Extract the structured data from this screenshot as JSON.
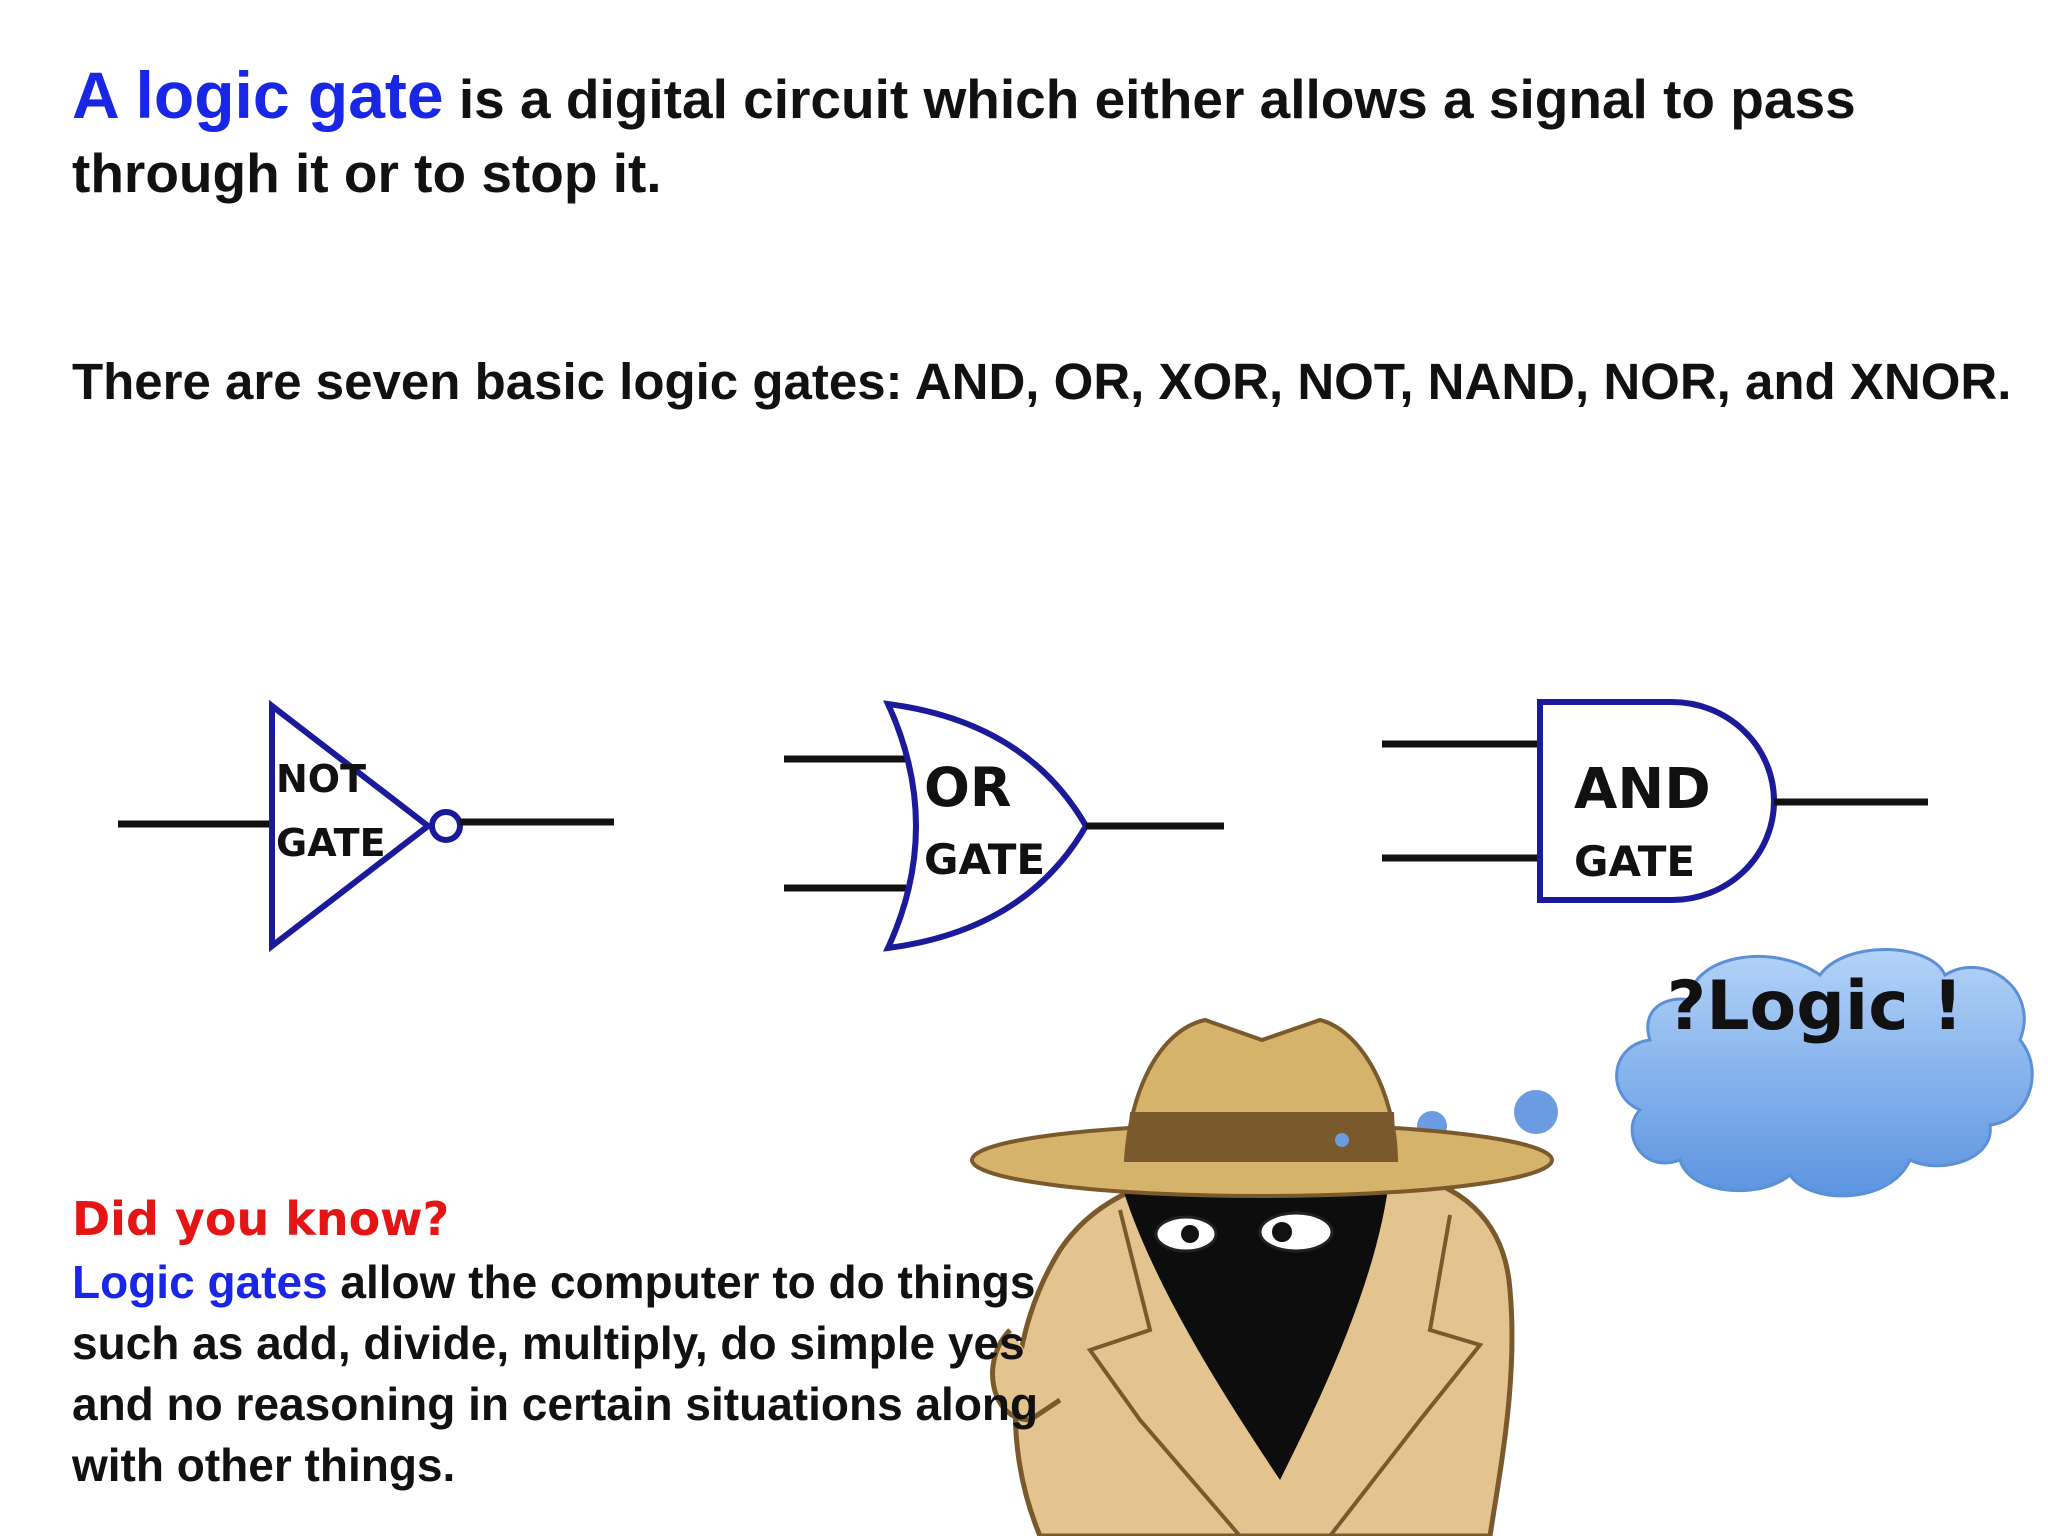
{
  "intro": {
    "highlight": "A logic gate",
    "rest": " is a digital circuit which either allows a signal to pass through it or to stop it."
  },
  "basic_gates": "There are seven basic logic gates: AND, OR, XOR, NOT, NAND, NOR, and XNOR.",
  "gates": {
    "not": {
      "line1": "NOT",
      "line2": "GATE"
    },
    "or": {
      "line1": "OR",
      "line2": "GATE"
    },
    "and": {
      "line1": "AND",
      "line2": "GATE"
    }
  },
  "did_you_know": {
    "heading": "Did you know?",
    "highlight": "Logic gates",
    "rest": " allow the computer to do things such as add, divide, multiply, do simple yes and no reasoning in certain situations along with other things."
  },
  "thought_bubble": "?Logic !",
  "colors": {
    "highlight_blue": "#1a26e6",
    "heading_red": "#e41515",
    "gate_outline": "#1a1a9a",
    "cloud_blue": "#7fb0ec",
    "hat_tan": "#d6b36a",
    "coat_tan": "#e3c48e"
  },
  "icons": {
    "character": "spy-detective-icon",
    "cloud": "thought-cloud-icon"
  }
}
